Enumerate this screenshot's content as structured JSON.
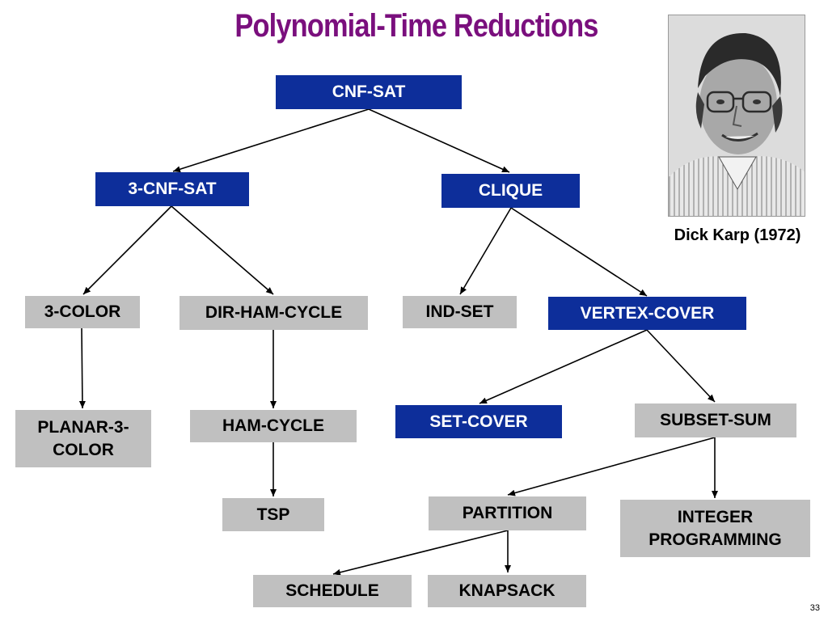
{
  "slide": {
    "title": "Polynomial-Time Reductions",
    "caption": "Dick Karp (1972)",
    "page_number": "33"
  },
  "nodes": {
    "cnf_sat": "CNF-SAT",
    "three_cnf_sat": "3-CNF-SAT",
    "clique": "CLIQUE",
    "three_color": "3-COLOR",
    "dir_ham_cycle": "DIR-HAM-CYCLE",
    "ind_set": "IND-SET",
    "vertex_cover": "VERTEX-COVER",
    "planar_three_color": "PLANAR-3-\nCOLOR",
    "ham_cycle": "HAM-CYCLE",
    "set_cover": "SET-COVER",
    "subset_sum": "SUBSET-SUM",
    "tsp": "TSP",
    "partition": "PARTITION",
    "integer_programming": "INTEGER\nPROGRAMMING",
    "schedule": "SCHEDULE",
    "knapsack": "KNAPSACK"
  },
  "colors": {
    "title": "#7a0f7d",
    "blue_box": "#0d2e9a",
    "gray_box": "#c0c0c0"
  }
}
